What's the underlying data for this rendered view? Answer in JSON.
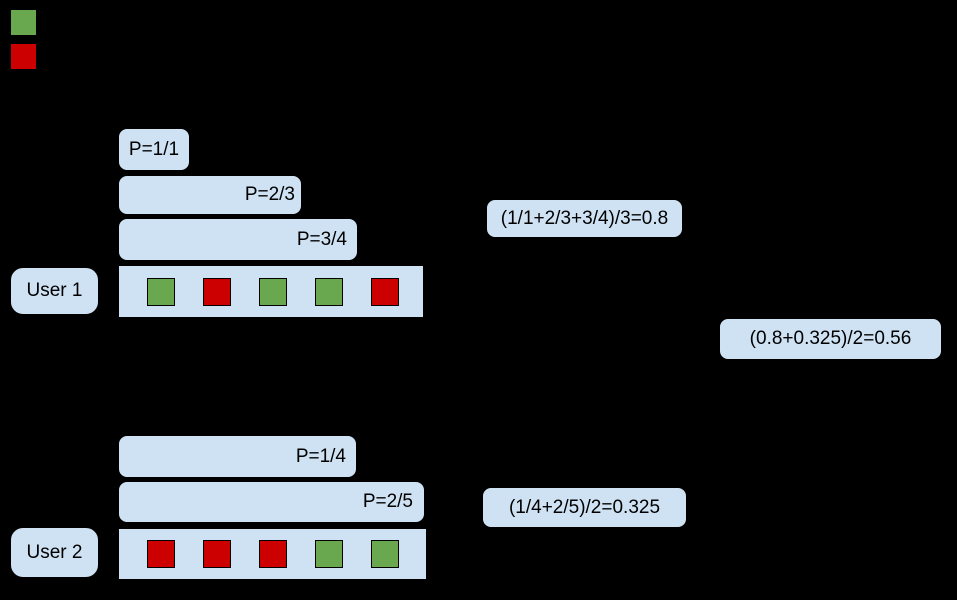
{
  "canvas": {
    "background": "#000000"
  },
  "colors": {
    "relevant": "#6aa84f",
    "non_relevant": "#cc0000",
    "box_fill": "#cfe2f3",
    "box_border": "#000000",
    "text": "#000000"
  },
  "legend": {
    "swatches": [
      {
        "kind": "relevant"
      },
      {
        "kind": "non_relevant"
      }
    ]
  },
  "users": [
    {
      "label": "User 1",
      "precision_bars": [
        {
          "label": "P=1/1"
        },
        {
          "label": "P=2/3"
        },
        {
          "label": "P=3/4"
        }
      ],
      "items": [
        "relevant",
        "non_relevant",
        "relevant",
        "relevant",
        "non_relevant"
      ],
      "ap_formula": "(1/1+2/3+3/4)/3=0.8"
    },
    {
      "label": "User 2",
      "precision_bars": [
        {
          "label": "P=1/4"
        },
        {
          "label": "P=2/5"
        }
      ],
      "items": [
        "non_relevant",
        "non_relevant",
        "non_relevant",
        "relevant",
        "relevant"
      ],
      "ap_formula": "(1/4+2/5)/2=0.325"
    }
  ],
  "map_formula": "(0.8+0.325)/2=0.56"
}
